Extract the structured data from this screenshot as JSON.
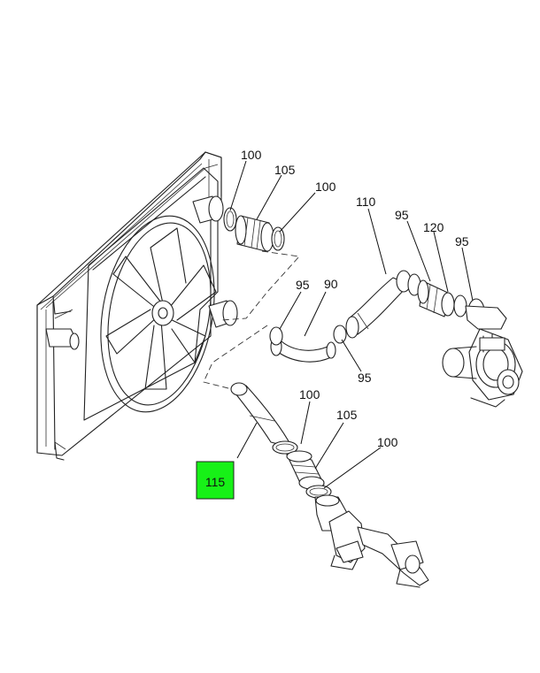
{
  "highlight": {
    "label": "115",
    "color": "#17f117"
  },
  "callouts": {
    "top_100_a": "100",
    "top_105": "105",
    "top_100_b": "100",
    "lbl_110": "110",
    "lbl_95_a": "95",
    "lbl_120": "120",
    "lbl_95_b": "95",
    "lbl_95_c": "95",
    "lbl_90": "90",
    "lbl_95_d": "95",
    "low_100_a": "100",
    "low_105": "105",
    "low_100_b": "100"
  }
}
